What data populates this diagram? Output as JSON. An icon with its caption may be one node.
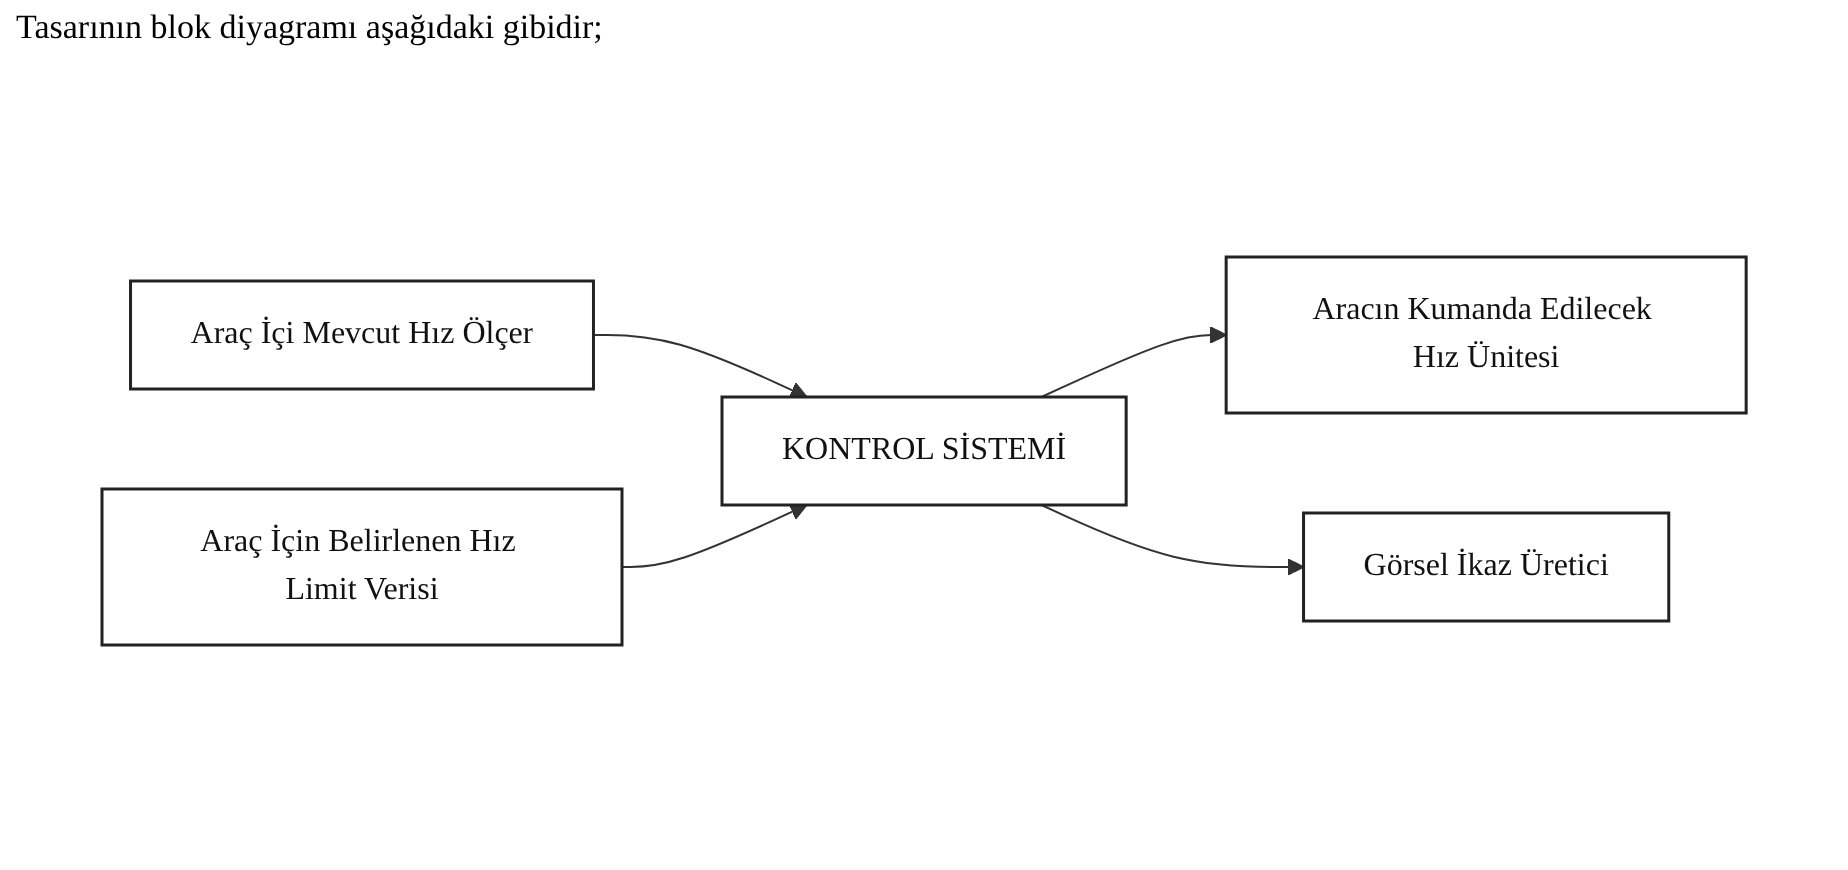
{
  "diagram": {
    "title": "Tasarının blok diyagramı aşağıdaki gibidir;",
    "nodes": [
      {
        "text": [
          "Araç İçi Mevcut Hız Ölçer"
        ]
      },
      {
        "text": [
          "KONTROL SİSTEMİ"
        ]
      },
      {
        "text": [
          "Aracın Kumanda Edilecek Hız Ünitesi"
        ]
      },
      {
        "text": [
          "Görsel İkaz Üretici"
        ]
      },
      {
        "text": [
          "Araç İçin Belirlenen Hız Limit Verisi"
        ]
      }
    ],
    "edges": [
      {
        "from": 0,
        "to": 1,
        "arrow": "to"
      },
      {
        "from": 1,
        "to": 2,
        "arrow": "to"
      },
      {
        "from": 1,
        "to": 3,
        "arrow": "to"
      },
      {
        "from": 4,
        "to": 1,
        "arrow": "to"
      }
    ]
  }
}
